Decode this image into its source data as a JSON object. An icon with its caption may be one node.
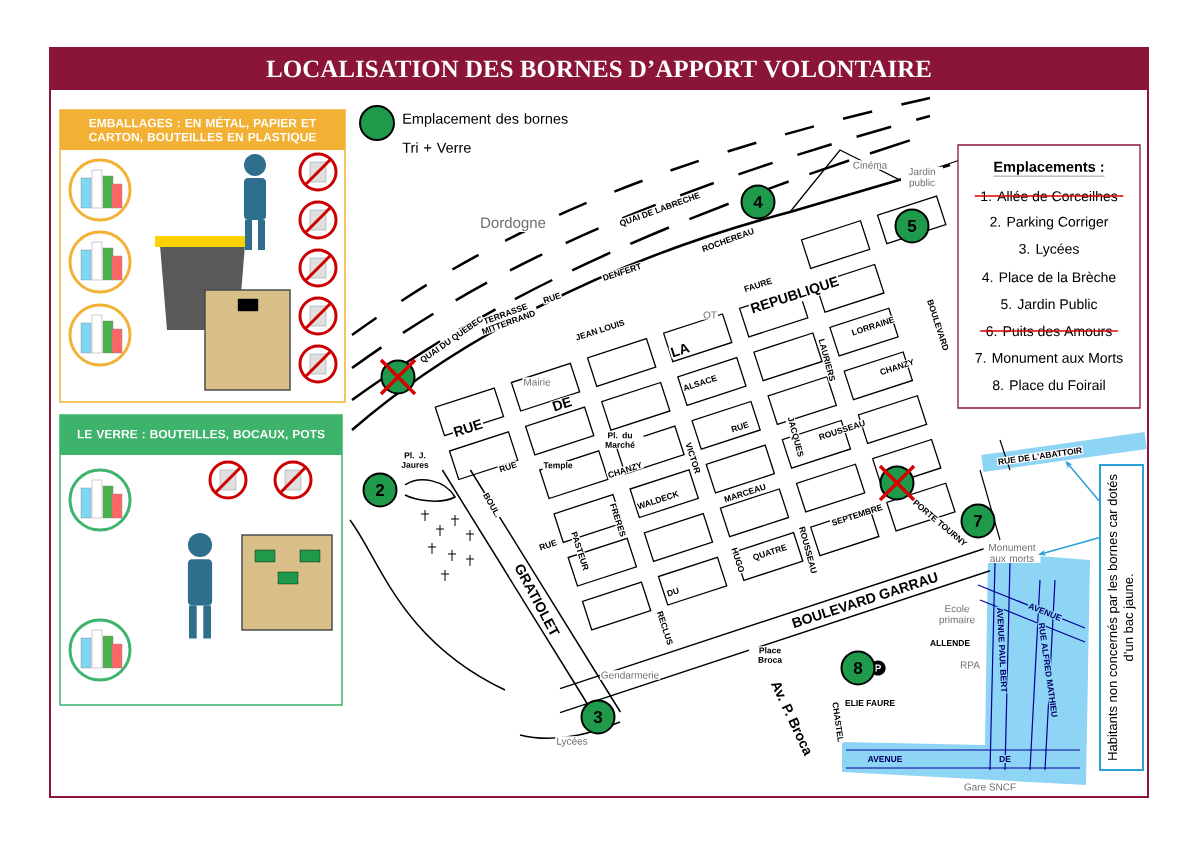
{
  "diagram": {
    "title": "LOCALISATION DES BORNES D’APPORT VOLONTAIRE",
    "nodes": [
      {
        "text": [
          "EMBALLAGES : EN MÉTAL, PAPIER ET CARTON, BOUTEILLES EN PLASTIQUE"
        ]
      },
      {
        "text": [
          "LE VERRE : BOUTEILLES, BOCAUX, POTS"
        ]
      },
      {
        "text": [],
        "shape": "circle"
      },
      {
        "text": [
          "2"
        ]
      },
      {
        "text": [
          "3"
        ]
      },
      {
        "text": [
          "4"
        ]
      },
      {
        "text": [
          "5"
        ]
      },
      {
        "text": [],
        "shape": "circle"
      },
      {
        "text": [
          "7"
        ]
      },
      {
        "text": [
          "8"
        ]
      },
      {
        "text": [
          "Emplacements :",
          "1. Allée de Corceilhes",
          "2. Parking Corriger",
          "3. Lycées",
          "4. Place de la Brèche",
          "5. Jardin Public",
          "6. Puits des Amours",
          "7. Monument aux Morts",
          "8. Place du Foirail"
        ]
      },
      {
        "text": [
          "Habitants non concernés par les bornes car dotés d’un bac jaune."
        ]
      },
      {
        "text": [],
        "shape": "box"
      },
      {
        "text": [],
        "shape": "box"
      }
    ],
    "edges": [
      {
        "from": 11,
        "to": 12,
        "arrow": "to",
        "color": "#2aa0d8"
      },
      {
        "from": 11,
        "to": 13,
        "arrow": "to",
        "color": "#2aa0d8"
      }
    ],
    "labels": [
      "Dordogne",
      "Cinéma",
      "Jardin public",
      "QUAI DE LABRECHE",
      "ROCHEREAU",
      "DENFERT",
      "FAURE",
      "TERRASSE MITTERRAND",
      "QUAI DU QUEBEC",
      "JEAN LOUIS",
      "OT",
      "LA",
      "REPUBLIQUE",
      "Mairie",
      "RUE",
      "DE",
      "ALSACE",
      "LORRAINE",
      "CHANZY",
      "BOULEVARD",
      "LAURIERS",
      "Pl. du Marché",
      "Pl. J. Jaures",
      "Temple",
      "CHANZY",
      "VICTOR",
      "ROUSSEAU",
      "JACQUES",
      "WALDECK",
      "FRERES",
      "BOUL.",
      "GRATIOLET",
      "PASTEUR",
      "MARCEAU",
      "SEPTEMBRE",
      "QUATRE",
      "ROUSSEAU",
      "PORTE TOURNY",
      "RUE DE L'ABATTOIR",
      "Monument aux morts",
      "DU",
      "RECLUS",
      "HUGO",
      "BOULEVARD GARRAU",
      "Ecole primaire",
      "ALLENDE",
      "RPA",
      "Place Broca",
      "P",
      "ELIE FAURE",
      "CHASTEL",
      "AVENUE PAUL BERT",
      "RUE ALFRED MATHIEU",
      "AVENUE",
      "AVENUE",
      "DE",
      "Gare SNCF",
      "Av. P. Broca",
      "Gendarmerie",
      "Lycées",
      "RUE",
      "RUE",
      "RUE",
      "RUE"
    ],
    "legend": [
      {
        "text": "Emplacement des bornes Tri + Verre"
      }
    ]
  }
}
